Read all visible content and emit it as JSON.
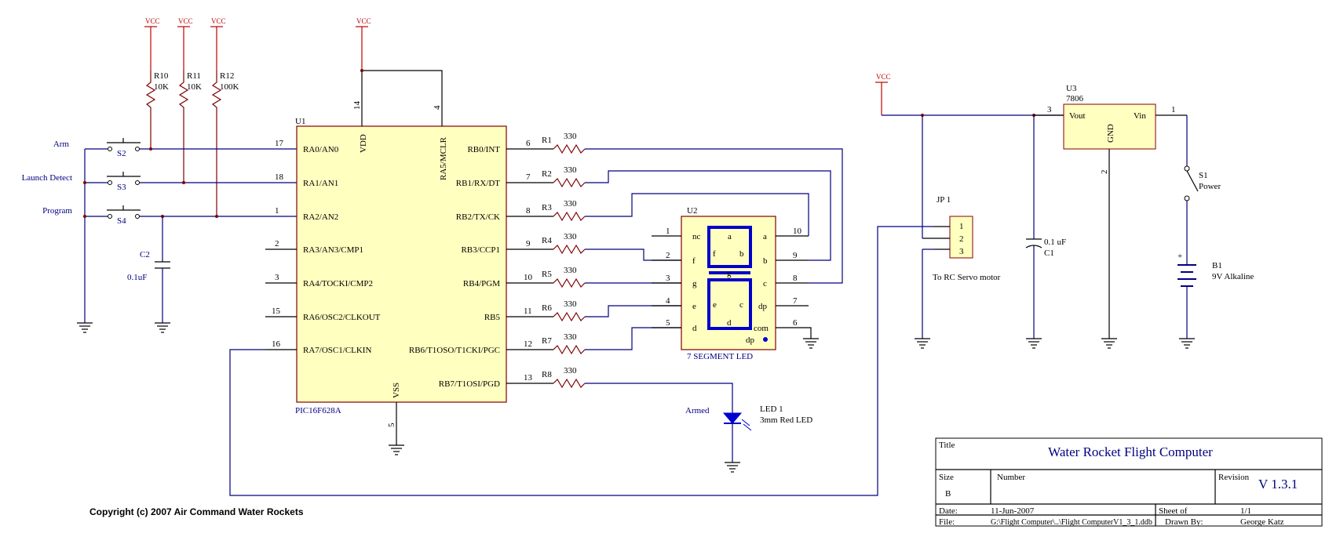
{
  "vcc_label": "VCC",
  "u1": {
    "ref": "U1",
    "part": "PIC16F628A",
    "pins_left": [
      {
        "num": "17",
        "name": "RA0/AN0"
      },
      {
        "num": "18",
        "name": "RA1/AN1"
      },
      {
        "num": "1",
        "name": "RA2/AN2"
      },
      {
        "num": "2",
        "name": "RA3/AN3/CMP1"
      },
      {
        "num": "3",
        "name": "RA4/TOCKI/CMP2"
      },
      {
        "num": "15",
        "name": "RA6/OSC2/CLKOUT"
      },
      {
        "num": "16",
        "name": "RA7/OSC1/CLKIN"
      }
    ],
    "pins_right": [
      {
        "num": "6",
        "name": "RB0/INT"
      },
      {
        "num": "7",
        "name": "RB1/RX/DT"
      },
      {
        "num": "8",
        "name": "RB2/TX/CK"
      },
      {
        "num": "9",
        "name": "RB3/CCP1"
      },
      {
        "num": "10",
        "name": "RB4/PGM"
      },
      {
        "num": "11",
        "name": "RB5"
      },
      {
        "num": "12",
        "name": "RB6/T1OSO/T1CKI/PGC"
      },
      {
        "num": "13",
        "name": "RB7/T1OSI/PGD"
      }
    ],
    "vdd": "VDD",
    "vdd_pin": "14",
    "mclr": "RA5/MCLR",
    "mclr_pin": "4",
    "vss": "VSS",
    "vss_pin": "5"
  },
  "pullups": [
    {
      "ref": "R10",
      "value": "10K"
    },
    {
      "ref": "R11",
      "value": "10K"
    },
    {
      "ref": "R12",
      "value": "100K"
    }
  ],
  "switches": [
    {
      "ref": "S2",
      "label": "Arm"
    },
    {
      "ref": "S3",
      "label": "Launch Detect"
    },
    {
      "ref": "S4",
      "label": "Program"
    }
  ],
  "c2": {
    "ref": "C2",
    "value": "0.1uF"
  },
  "resistors": [
    {
      "ref": "R1",
      "value": "330"
    },
    {
      "ref": "R2",
      "value": "330"
    },
    {
      "ref": "R3",
      "value": "330"
    },
    {
      "ref": "R4",
      "value": "330"
    },
    {
      "ref": "R5",
      "value": "330"
    },
    {
      "ref": "R6",
      "value": "330"
    },
    {
      "ref": "R7",
      "value": "330"
    },
    {
      "ref": "R8",
      "value": "330"
    }
  ],
  "u2": {
    "ref": "U2",
    "caption": "7 SEGMENT LED",
    "left_pins": [
      {
        "num": "1",
        "name": "nc"
      },
      {
        "num": "2",
        "name": "f"
      },
      {
        "num": "3",
        "name": "g"
      },
      {
        "num": "4",
        "name": "e"
      },
      {
        "num": "5",
        "name": "d"
      }
    ],
    "right_pins": [
      {
        "num": "10",
        "name": "a"
      },
      {
        "num": "9",
        "name": "b"
      },
      {
        "num": "8",
        "name": "c"
      },
      {
        "num": "7",
        "name": "dp"
      },
      {
        "num": "6",
        "name": "com"
      }
    ],
    "segments": {
      "a": "a",
      "b": "b",
      "c": "c",
      "d": "d",
      "e": "e",
      "f": "f",
      "g": "g",
      "dp": "dp"
    }
  },
  "led1": {
    "ref": "LED 1",
    "value": "3mm Red LED",
    "label": "Armed"
  },
  "jp1": {
    "ref": "JP 1",
    "pins": [
      "1",
      "2",
      "3"
    ],
    "caption": "To RC Servo motor"
  },
  "c1": {
    "ref": "C1",
    "value": "0.1 uF"
  },
  "u3": {
    "ref": "U3",
    "part": "7806",
    "vout": "Vout",
    "vin": "Vin",
    "gnd": "GND",
    "pin_out": "3",
    "pin_in": "1",
    "pin_gnd": "2"
  },
  "s1": {
    "ref": "S1",
    "label": "Power"
  },
  "b1": {
    "ref": "B1",
    "value": "9V Alkaline",
    "plus": "+"
  },
  "copyright": "Copyright (c) 2007 Air Command Water Rockets",
  "titleblock": {
    "title_label": "Title",
    "title": "Water Rocket Flight Computer",
    "size_label": "Size",
    "size": "B",
    "number_label": "Number",
    "revision_label": "Revision",
    "revision": "V 1.3.1",
    "date_label": "Date:",
    "date": "11-Jun-2007",
    "sheet_label": "Sheet    of",
    "sheet": "1/1",
    "file_label": "File:",
    "file": "G:\\Flight Computer\\..\\Flight ComputerV1_3_1.ddb",
    "drawn_label": "Drawn By:",
    "drawn": "George Katz"
  }
}
